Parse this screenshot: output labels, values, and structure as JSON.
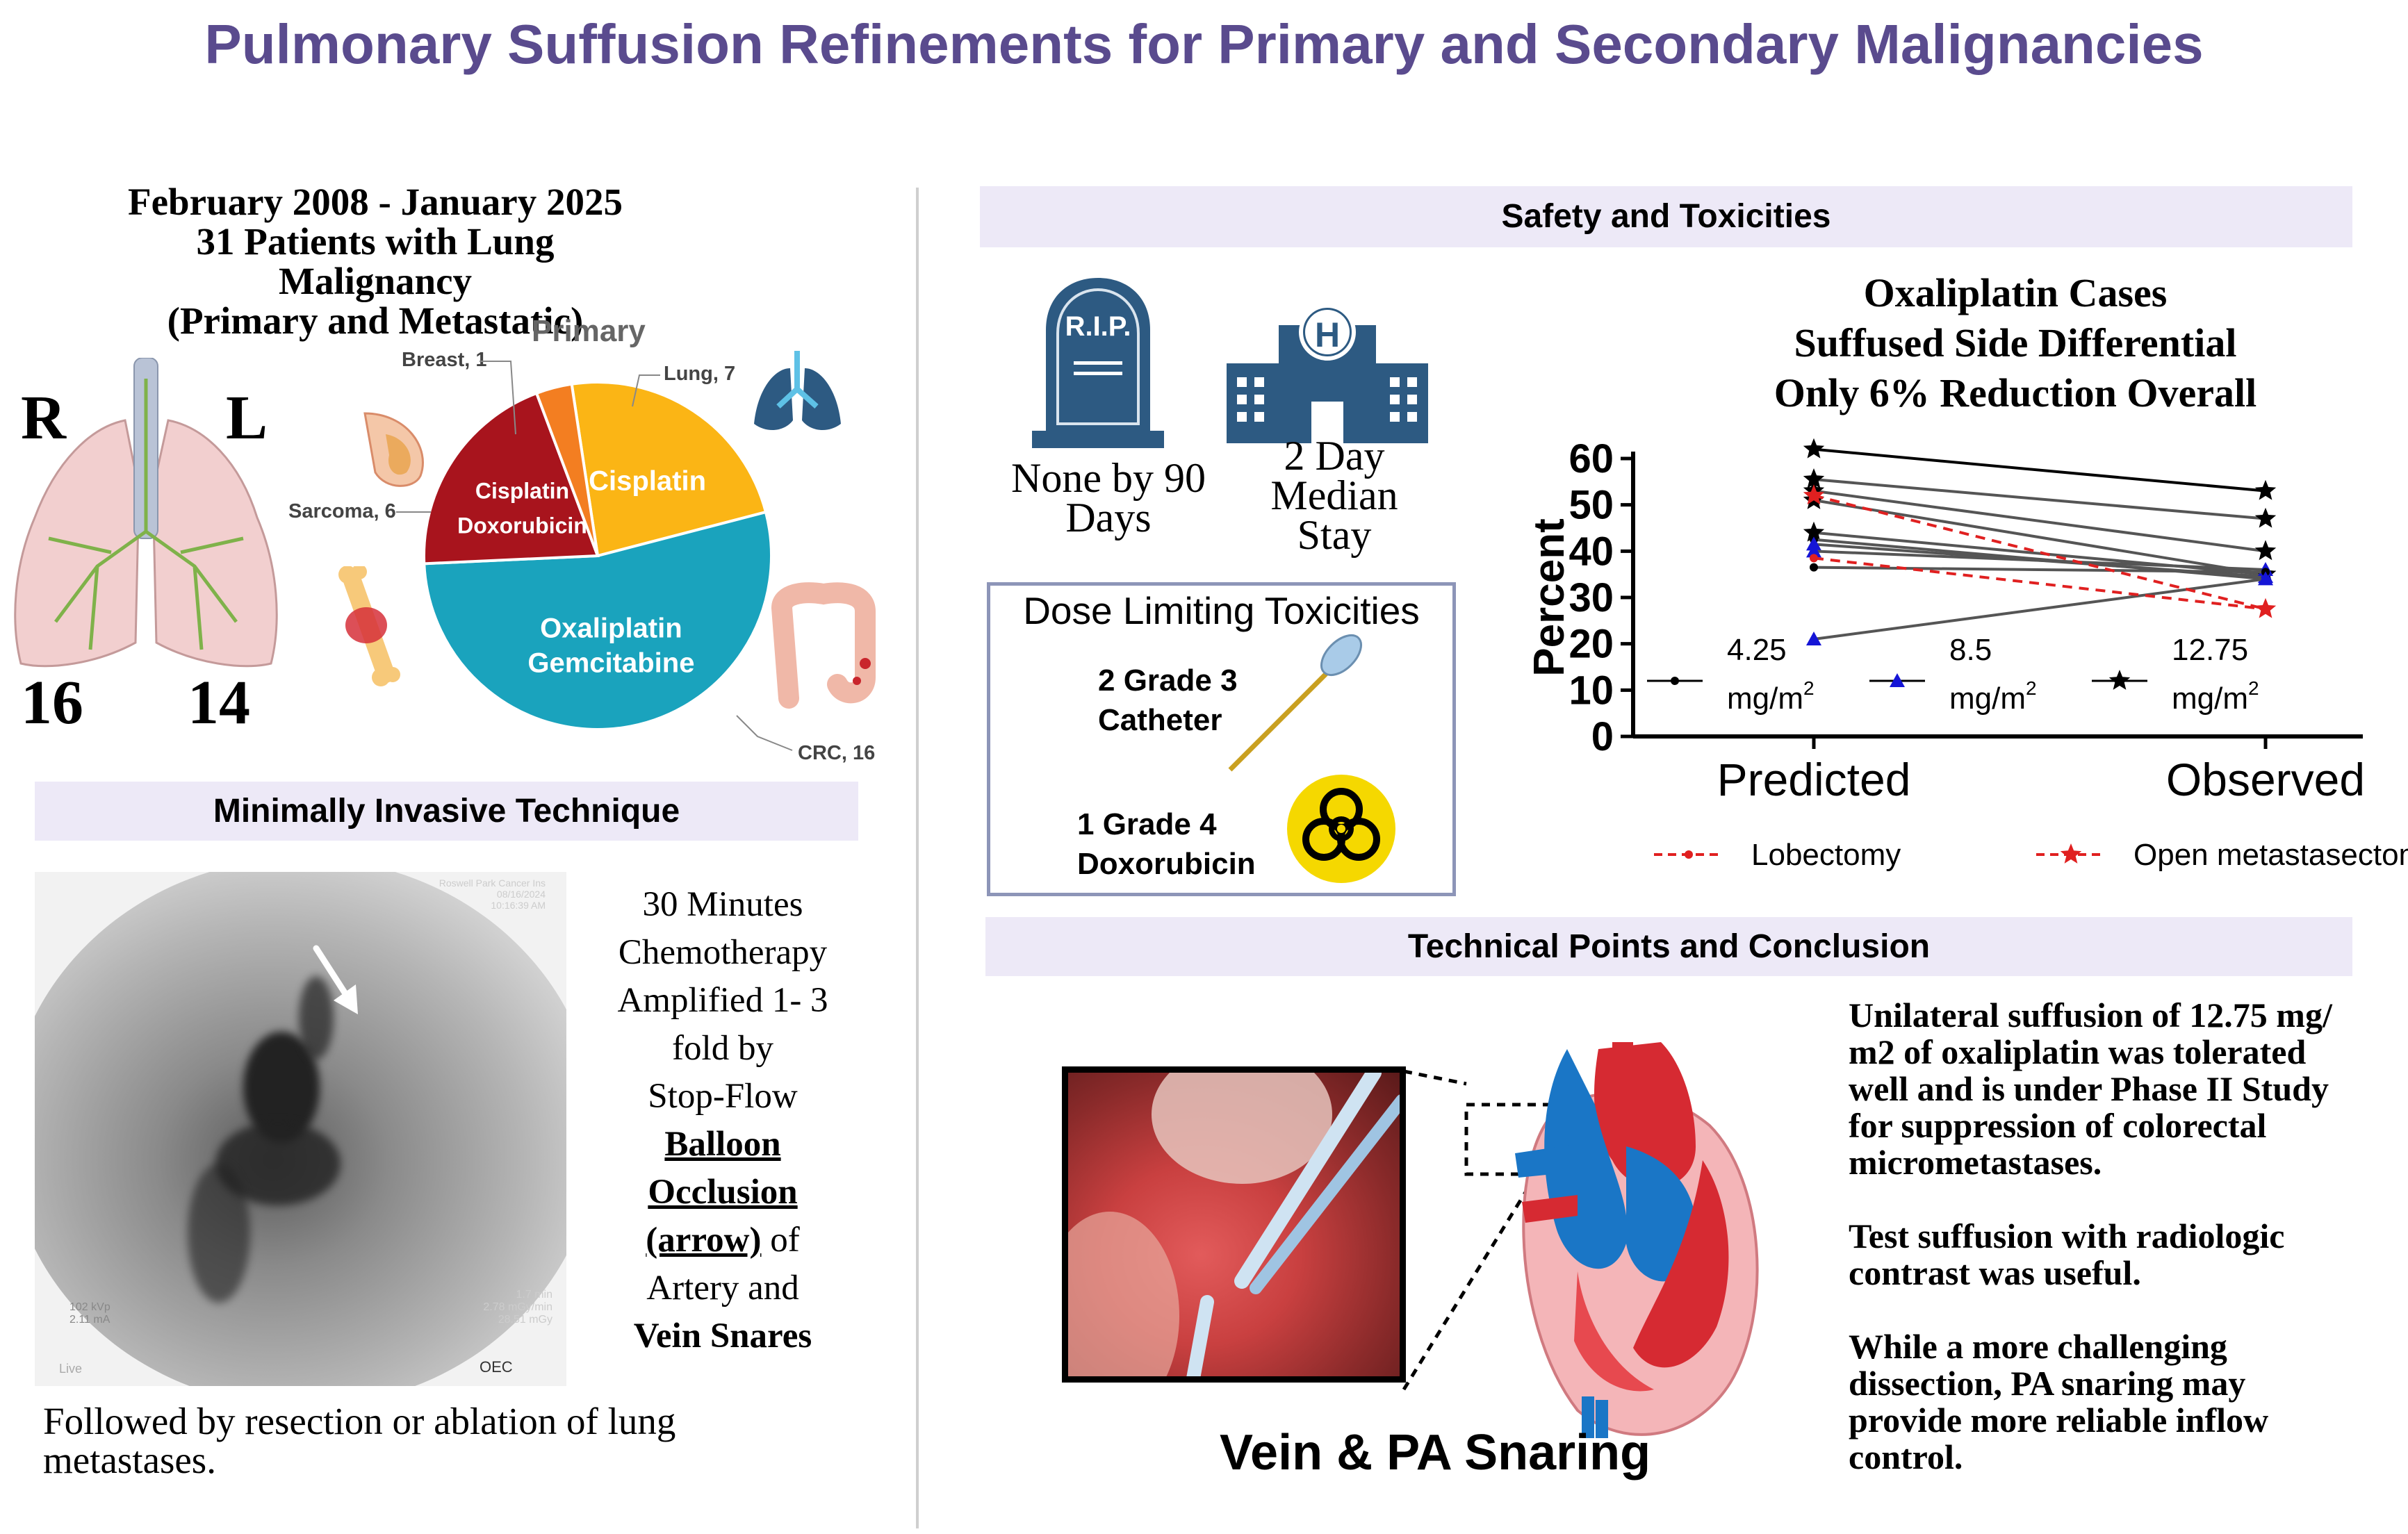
{
  "title": "Pulmonary Suffusion Refinements for Primary and Secondary Malignancies",
  "left": {
    "header_lines": [
      "February 2008 - January 2025",
      "31 Patients with Lung Malignancy",
      "(Primary and Metastatic)"
    ],
    "lung_labels": {
      "right": "R",
      "left": "L",
      "right_count": "16",
      "left_count": "14"
    },
    "pie": {
      "primary_label": "Primary",
      "callouts": {
        "breast": "Breast, 1",
        "lung": "Lung, 7",
        "sarcoma": "Sarcoma, 6",
        "crc": "CRC, 16"
      },
      "slices": [
        {
          "label_lines": [
            "Cisplatin"
          ],
          "value": 7,
          "color": "#fbb515"
        },
        {
          "label_lines": [
            "Oxaliplatin",
            "Gemcitabine"
          ],
          "value": 16,
          "color": "#1aa3bd"
        },
        {
          "label_lines": [
            "Cisplatin",
            "Doxorubicin"
          ],
          "value": 6,
          "color": "#a8141d"
        },
        {
          "label_lines": [
            ""
          ],
          "value": 1,
          "color": "#f37e21"
        }
      ]
    },
    "technique_band": "Minimally Invasive Technique",
    "technique_text": {
      "l1": "30 Minutes",
      "l2": "Chemotherapy",
      "l3": "Amplified 1- 3",
      "l4": "fold by",
      "l5": "Stop-Flow",
      "l6": "Balloon",
      "l7": "Occlusion",
      "l8a": "(arrow)",
      "l8b": " of",
      "l9": "Artery and",
      "l10": "Vein Snares"
    },
    "fluoro_text": {
      "top1": "Roswell Park Cancer Ins",
      "top2": "08/16/2024",
      "top3": "10:16:39 AM",
      "br1": "1.7 min",
      "br2": "2.78 mGy/min",
      "br3": "28.51 mGy",
      "bl1": "102  kVp",
      "bl2": "2.11  mA",
      "live": "Live",
      "oec": "OEC"
    },
    "followed_by": "Followed by resection or ablation of lung metastases."
  },
  "right": {
    "safety_band": "Safety and Toxicities",
    "rip_text": "R.I.P.",
    "none_lines": [
      "None by 90",
      "Days"
    ],
    "stay_lines": [
      "2 Day",
      "Median",
      "Stay"
    ],
    "hospital_letter": "H",
    "dlt": {
      "title": "Dose Limiting Toxicities",
      "g3_lines": [
        "2 Grade 3",
        "Catheter"
      ],
      "g4_lines": [
        "1 Grade 4",
        "Doxorubicin"
      ]
    },
    "chart_title_lines": [
      "Oxaliplatin Cases",
      "Suffused Side Differential",
      "Only 6% Reduction Overall"
    ],
    "tech_band": "Technical Points and Conclusion",
    "conclusion": [
      "Unilateral suffusion of 12.75 mg/ m2 of oxaliplatin was tolerated well and is under Phase II Study for suppression of colorectal micrometastases.",
      "Test suffusion with radiologic contrast was useful.",
      "While a more challenging dissection, PA snaring may provide more reliable inflow control."
    ],
    "snaring_caption": "Vein & PA Snaring"
  },
  "chart_data": {
    "type": "line",
    "title": "Oxaliplatin Cases Suffused Side Differential Only 6% Reduction Overall",
    "ylabel": "Percent",
    "xlabel": "",
    "categories": [
      "Predicted",
      "Observed"
    ],
    "ylim": [
      0,
      60
    ],
    "yticks": [
      0,
      10,
      20,
      30,
      40,
      50,
      60
    ],
    "dose_legend": [
      {
        "line1": "4.25",
        "unit": "mg/m",
        "sup": "2",
        "marker": "dot",
        "color": "#000000"
      },
      {
        "line1": "8.5",
        "unit": "mg/m",
        "sup": "2",
        "marker": "triangle",
        "color": "#1515d6"
      },
      {
        "line1": "12.75",
        "unit": "mg/m",
        "sup": "2",
        "marker": "star",
        "color": "#000000"
      }
    ],
    "style_legend": [
      {
        "label": "Lobectomy",
        "marker": "dot",
        "color": "#e02020"
      },
      {
        "label": "Open metastasectomy",
        "marker": "star",
        "color": "#e02020"
      }
    ],
    "series": [
      {
        "values": [
          62,
          53
        ],
        "marker": "star",
        "color": "#000000",
        "dashed": false
      },
      {
        "values": [
          55.5,
          47
        ],
        "marker": "star",
        "color": "#000000",
        "dashed": false
      },
      {
        "values": [
          53,
          40
        ],
        "marker": "star",
        "color": "#000000",
        "dashed": false
      },
      {
        "values": [
          51,
          35
        ],
        "marker": "star",
        "color": "#000000",
        "dashed": false
      },
      {
        "values": [
          44,
          35
        ],
        "marker": "star",
        "color": "#000000",
        "dashed": false
      },
      {
        "values": [
          42.5,
          34
        ],
        "marker": "dot",
        "color": "#000000",
        "dashed": false
      },
      {
        "values": [
          41.5,
          34.5
        ],
        "marker": "triangle",
        "color": "#1515d6",
        "dashed": false
      },
      {
        "values": [
          40,
          36
        ],
        "marker": "triangle",
        "color": "#1515d6",
        "dashed": false
      },
      {
        "values": [
          36.5,
          35.5
        ],
        "marker": "dot",
        "color": "#000000",
        "dashed": false
      },
      {
        "values": [
          21,
          34
        ],
        "marker": "triangle",
        "color": "#1515d6",
        "dashed": false
      },
      {
        "values": [
          52,
          27.5
        ],
        "marker": "star",
        "color": "#e02020",
        "dashed": true
      },
      {
        "values": [
          38.5,
          27.5
        ],
        "marker": "dot",
        "color": "#e02020",
        "dashed": true
      }
    ]
  }
}
